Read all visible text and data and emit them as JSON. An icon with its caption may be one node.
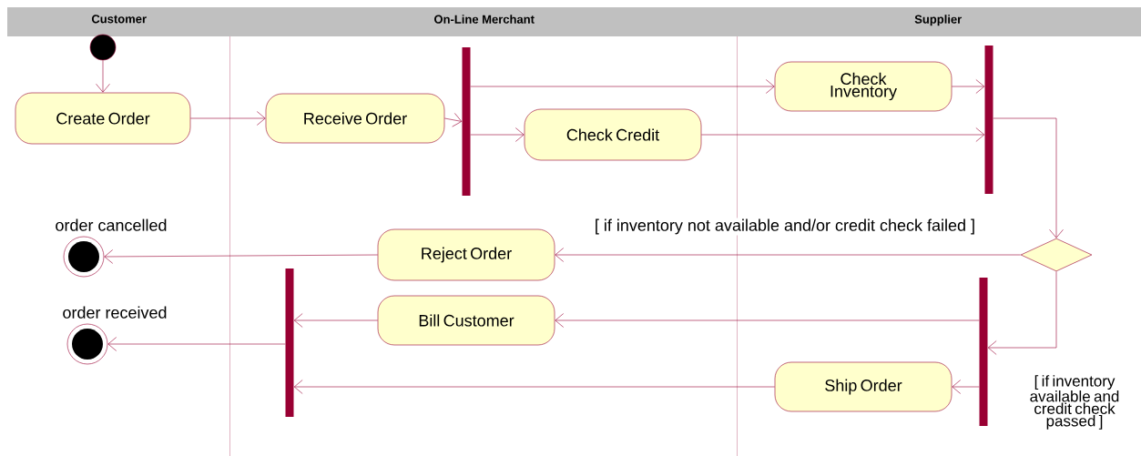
{
  "diagram": {
    "nodes": [
      {
        "text": [
          "Customer"
        ]
      },
      {
        "text": [
          "On-Line Merchant"
        ]
      },
      {
        "text": [
          "Supplier"
        ]
      },
      {
        "text": [],
        "shape": "circle",
        "in": 0
      },
      {
        "text": [
          "Create Order"
        ],
        "in": 0
      },
      {
        "text": [
          "Receive Order"
        ],
        "in": 1
      },
      {
        "text": [],
        "shape": "bar",
        "in": 1
      },
      {
        "text": [
          "Check Inventory"
        ],
        "in": 2
      },
      {
        "text": [
          "Check Credit"
        ],
        "in": 1
      },
      {
        "text": [],
        "shape": "bar",
        "in": 2
      },
      {
        "text": [],
        "shape": "diamond",
        "in": 2
      },
      {
        "text": [],
        "shape": "circle",
        "in": 0,
        "beside": [
          "order cancelled"
        ]
      },
      {
        "text": [
          "Reject Order"
        ],
        "in": 1
      },
      {
        "text": [],
        "shape": "circle",
        "in": 0,
        "beside": [
          "order received"
        ]
      },
      {
        "text": [],
        "shape": "bar",
        "in": 1
      },
      {
        "text": [
          "Bill Customer"
        ],
        "in": 1
      },
      {
        "text": [],
        "shape": "bar",
        "in": 2
      },
      {
        "text": [
          "Ship Order"
        ],
        "in": 2
      }
    ],
    "edges": [
      {
        "from": 3,
        "to": 4,
        "arrow": "to"
      },
      {
        "from": 4,
        "to": 5,
        "arrow": "to"
      },
      {
        "from": 5,
        "to": 6,
        "arrow": "to"
      },
      {
        "from": 6,
        "to": 7,
        "arrow": "to"
      },
      {
        "from": 6,
        "to": 8,
        "arrow": "to"
      },
      {
        "from": 7,
        "to": 9,
        "arrow": "to"
      },
      {
        "from": 8,
        "to": 9,
        "arrow": "to"
      },
      {
        "from": 9,
        "to": 10,
        "arrow": "to"
      },
      {
        "from": 10,
        "to": 12,
        "arrow": "to",
        "label": "[ if inventory not available and/or credit check failed ]"
      },
      {
        "from": 12,
        "to": 11,
        "arrow": "to"
      },
      {
        "from": 10,
        "to": 16,
        "arrow": "to",
        "label": "[ if inventory available and credit check passed ]"
      },
      {
        "from": 16,
        "to": 15,
        "arrow": "to"
      },
      {
        "from": 16,
        "to": 17,
        "arrow": "to"
      },
      {
        "from": 15,
        "to": 14,
        "arrow": "to"
      },
      {
        "from": 17,
        "to": 14,
        "arrow": "to"
      },
      {
        "from": 14,
        "to": 13,
        "arrow": "to"
      }
    ]
  }
}
